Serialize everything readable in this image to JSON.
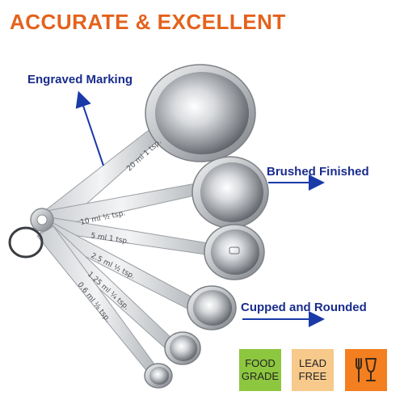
{
  "headline": "ACCURATE & EXCELLENT",
  "callouts": {
    "engraved": "Engraved Marking",
    "brushed": "Brushed Finished",
    "cupped": "Cupped and Rounded"
  },
  "handle_markings": {
    "spoon_1": "20 ml  1 tsp.",
    "spoon_2": "10 ml  ½ tsp.",
    "spoon_3": "5 ml  1 tsp.",
    "spoon_4": "2.5 ml  ½ tsp.",
    "spoon_5": "1.25 ml  ¼ tsp.",
    "spoon_6": "0.6 ml  ⅛ tsp."
  },
  "badges": {
    "food_grade": [
      "FOOD",
      "GRADE"
    ],
    "lead_free": [
      "LEAD",
      "FREE"
    ],
    "food_safe_icon": "food-safe-icon"
  },
  "colors": {
    "headline": "#e4621c",
    "callout_text": "#1a2d8c",
    "arrow": "#1a3aa8",
    "food_grade_badge": "#8dc63f",
    "lead_free_badge": "#f7c98b",
    "food_safe_badge": "#f47f20"
  }
}
